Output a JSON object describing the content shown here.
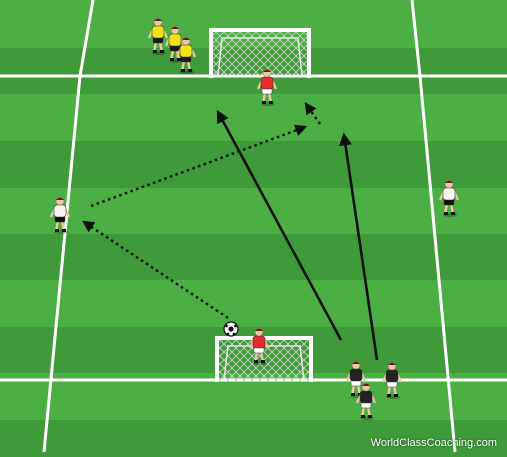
{
  "watermark": "WorldClassCoaching.com",
  "colors": {
    "grass_light": "#4caf43",
    "grass_dark": "#3f9a39",
    "line": "#ffffff",
    "team_yellow": "#f2e316",
    "team_red": "#e52b2b",
    "team_white": "#f4f4f4",
    "team_black": "#222222",
    "arrow": "#111111"
  },
  "players": [
    {
      "role": "yellow-waiting-player",
      "team": "yellow"
    },
    {
      "role": "yellow-waiting-player",
      "team": "yellow"
    },
    {
      "role": "yellow-waiting-player",
      "team": "yellow"
    },
    {
      "role": "top-goalkeeper",
      "team": "red"
    },
    {
      "role": "bottom-goalkeeper",
      "team": "red"
    },
    {
      "role": "left-wide-player",
      "team": "white"
    },
    {
      "role": "right-wide-player",
      "team": "white"
    },
    {
      "role": "black-attacker",
      "team": "black"
    },
    {
      "role": "black-attacker",
      "team": "black"
    },
    {
      "role": "black-attacker",
      "team": "black"
    }
  ],
  "arrows": [
    {
      "kind": "pass",
      "style": "dotted",
      "from": "ball",
      "to": "left-wide-player"
    },
    {
      "kind": "pass",
      "style": "dotted",
      "from": "left-wide-player",
      "to": "penalty-area-right"
    },
    {
      "kind": "pass",
      "style": "dotted",
      "from": "penalty-area-right",
      "to": "near-top-goal"
    },
    {
      "kind": "run",
      "style": "solid",
      "from": "black-attacker",
      "to": "top-goal-left"
    },
    {
      "kind": "run",
      "style": "solid",
      "from": "black-attacker",
      "to": "top-goal-right"
    }
  ]
}
